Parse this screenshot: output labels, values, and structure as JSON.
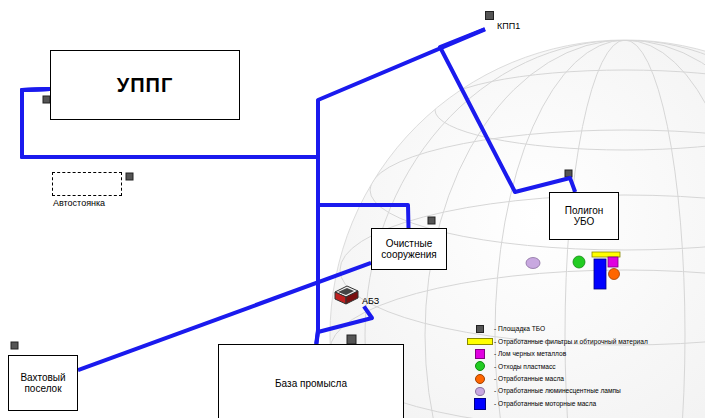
{
  "diagram": {
    "nodes": [
      {
        "text": [
          "УППГ"
        ]
      },
      {
        "text": [
          "Автостоянка"
        ]
      },
      {
        "text": [
          "КПП1"
        ]
      },
      {
        "text": [
          "Полигон УБО"
        ]
      },
      {
        "text": [
          "Очистные сооружения"
        ]
      },
      {
        "text": [
          "АБЗ"
        ]
      },
      {
        "text": [
          "Вахтовый поселок"
        ]
      },
      {
        "text": [
          "База промысла"
        ]
      }
    ],
    "edges": [
      {
        "from": 0,
        "to": 2,
        "arrow": "none"
      },
      {
        "from": 0,
        "to": 7,
        "arrow": "none"
      },
      {
        "from": 2,
        "to": 3,
        "arrow": "none"
      },
      {
        "from": 0,
        "to": 4,
        "arrow": "none"
      },
      {
        "from": 6,
        "to": 4,
        "arrow": "none"
      },
      {
        "from": 5,
        "to": 7,
        "arrow": "none"
      }
    ],
    "legend": [
      {
        "text": "- Площадка ТБО",
        "color": "#555555"
      },
      {
        "text": "- Отработанные фильтры и обтирочный материал",
        "color": "#ffff00"
      },
      {
        "text": "- Лом черных металлов",
        "color": "#e000e0"
      },
      {
        "text": "- Отходы пластмасс",
        "color": "#22cc22"
      },
      {
        "text": "- Отработанные масла",
        "color": "#ff6600"
      },
      {
        "text": "- Отработанные люминесцентные лампы",
        "color": "#c8a8e0"
      },
      {
        "text": "- Отработанные моторные масла",
        "color": "#0000ff"
      }
    ]
  }
}
